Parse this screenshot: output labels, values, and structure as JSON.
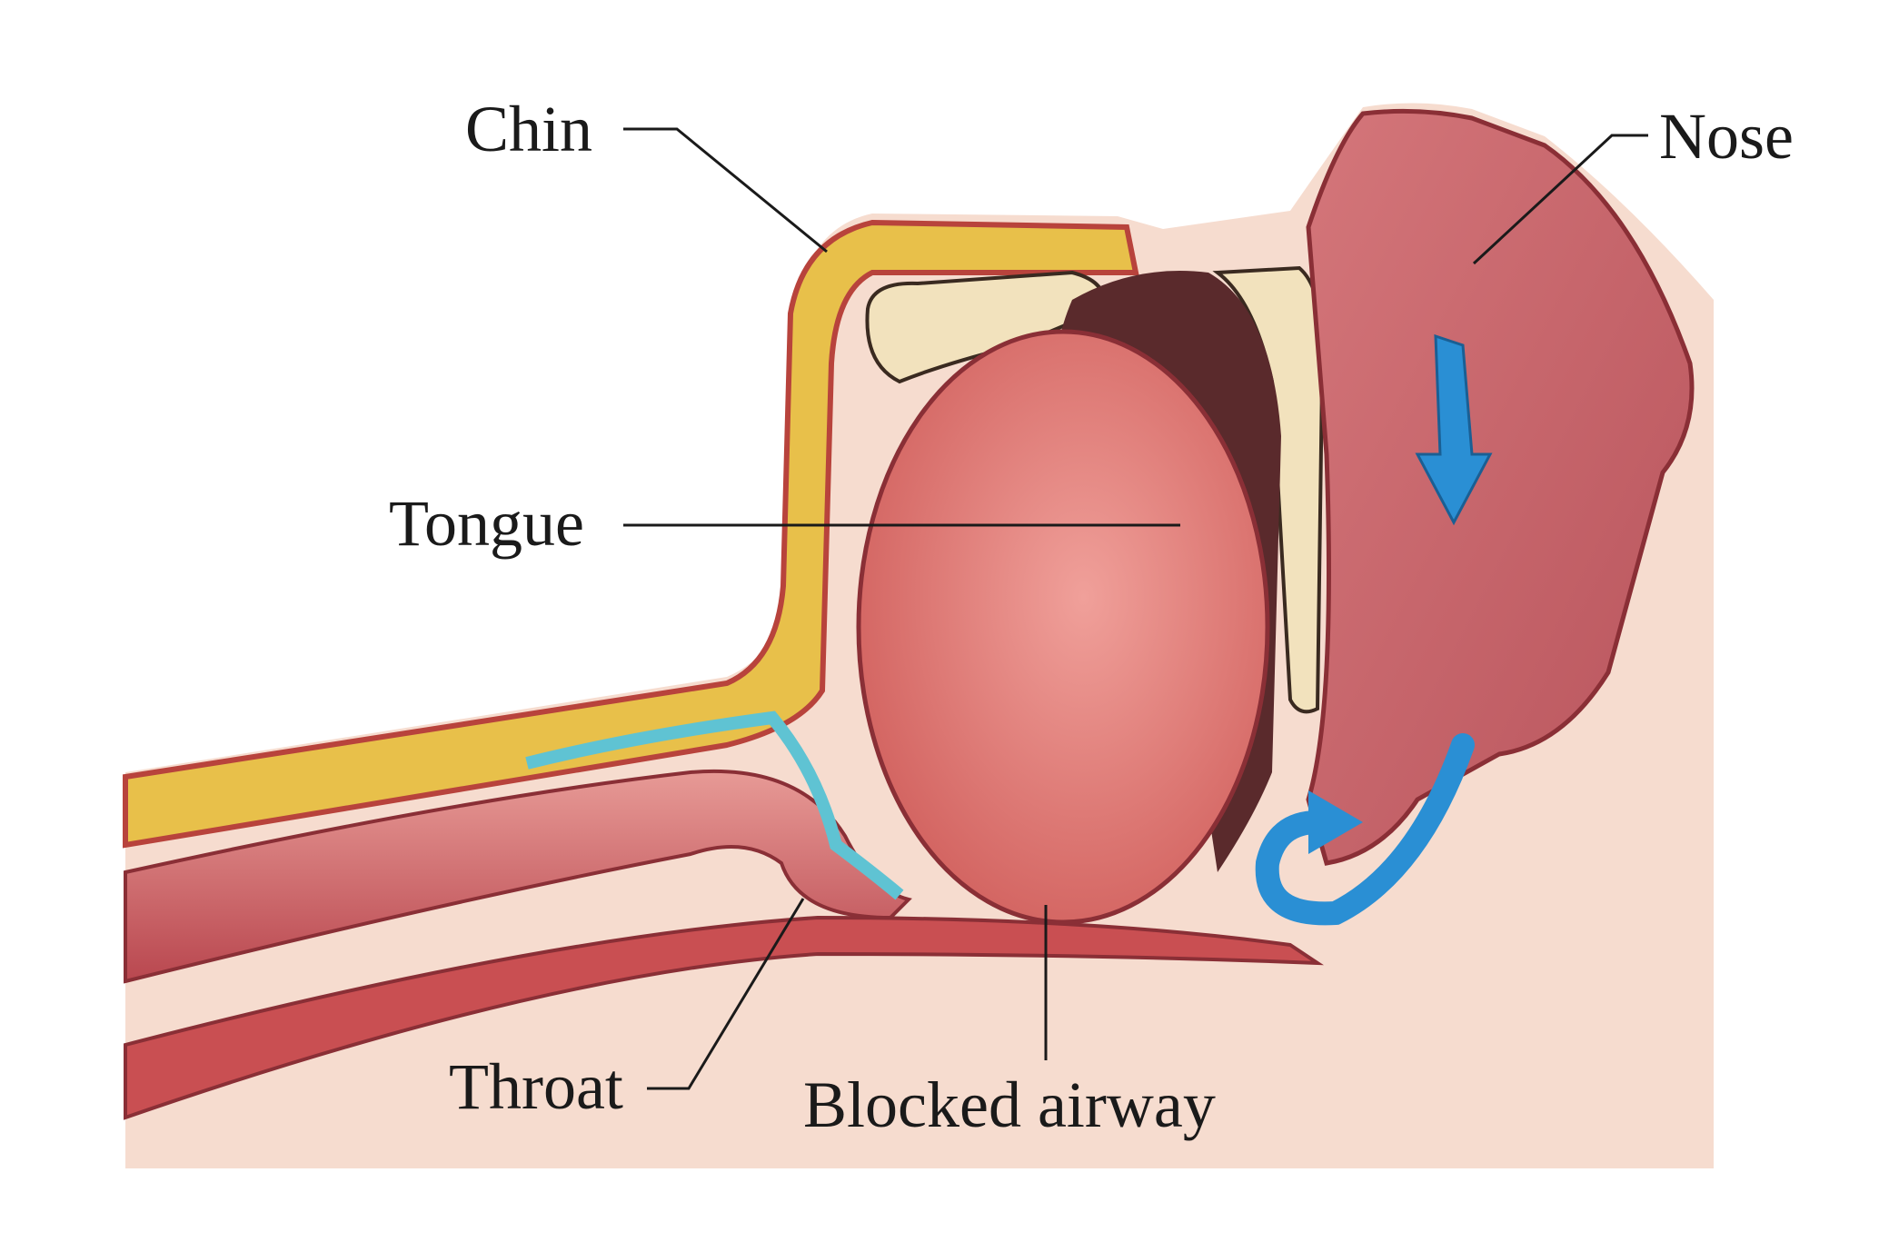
{
  "labels": {
    "chin": "Chin",
    "nose": "Nose",
    "tongue": "Tongue",
    "throat": "Throat",
    "blocked_airway": "Blocked airway"
  },
  "colors": {
    "skin": "#f6dccf",
    "tissue": "#d66a6a",
    "tongue": "#e88a84",
    "fat": "#e8c04a",
    "bone": "#f2e2bd",
    "cartilage": "#5fc3d3",
    "airflow_arrow": "#2a8fd4",
    "leader_line": "#1a1a1a"
  },
  "icons": [
    "airflow-down-arrow",
    "airflow-curved-arrow"
  ]
}
